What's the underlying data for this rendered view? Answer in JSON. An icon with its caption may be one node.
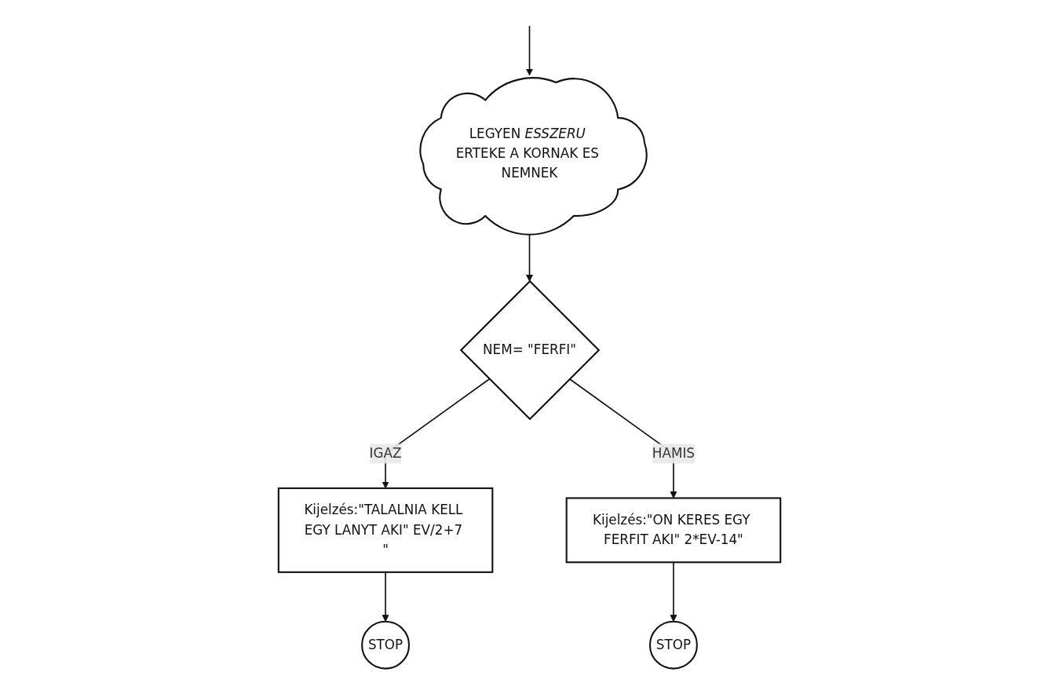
{
  "diagram": {
    "nodes": [
      {
        "text": [
          "LEGYEN *ESSZERU* ERTEKE A KORNAK ES NEMNEK"
        ]
      },
      {
        "text": [
          "NEM= \"FERFI\""
        ]
      },
      {
        "text": [
          "Kijelzés:\"TALALNIA KELL EGY LANYT AKI\" EV/2+7 \""
        ]
      },
      {
        "text": [
          "Kijelzés:\"ON KERES EGY FERFIT AKI\" 2*EV-14\""
        ]
      },
      {
        "text": [
          "STOP"
        ]
      },
      {
        "text": [
          "STOP"
        ]
      }
    ],
    "edges": [
      {
        "from": null,
        "to": 0,
        "arrow": "to"
      },
      {
        "from": 0,
        "to": 1,
        "arrow": "to"
      },
      {
        "from": 1,
        "to": 2,
        "label": "IGAZ",
        "arrow": "to"
      },
      {
        "from": 1,
        "to": 3,
        "label": "HAMIS",
        "arrow": "to"
      },
      {
        "from": 2,
        "to": 4,
        "arrow": "to"
      },
      {
        "from": 3,
        "to": 5,
        "arrow": "to"
      }
    ]
  }
}
